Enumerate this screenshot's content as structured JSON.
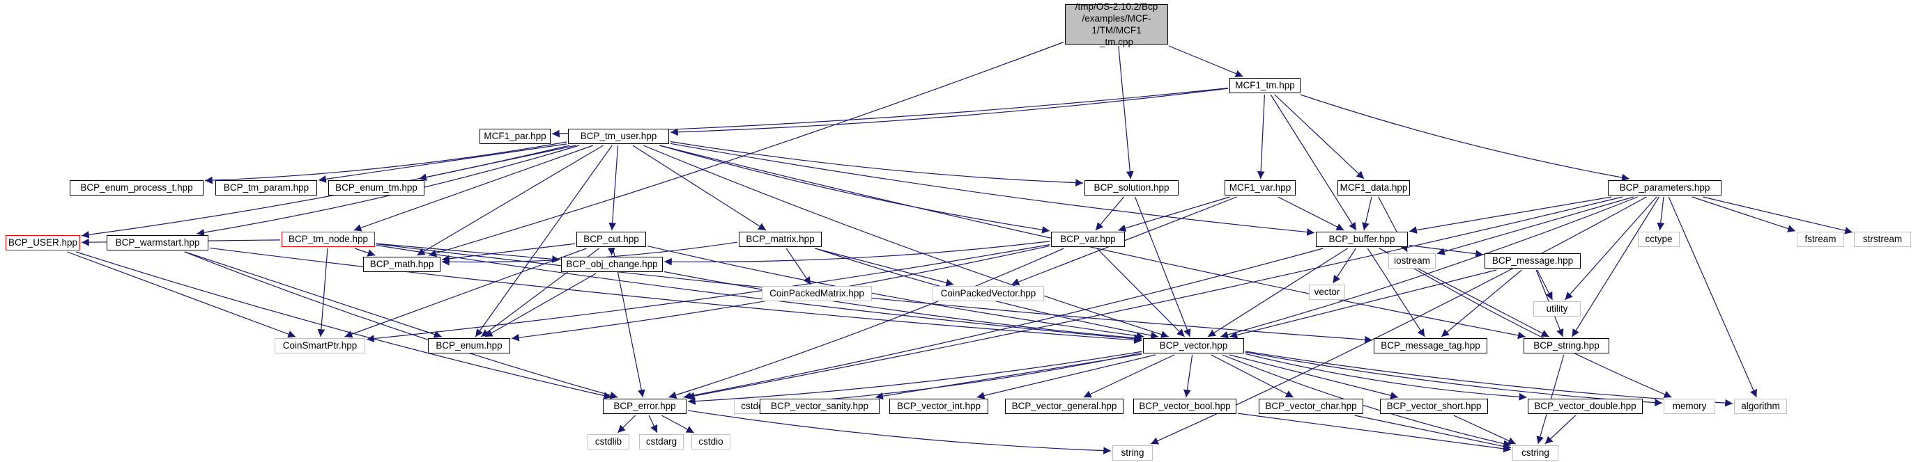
{
  "colors": {
    "edge": "#191970",
    "node_border": "#000000",
    "system_border": "#bfbfbf",
    "undocumented_border": "#ff0000",
    "root_fill": "#bfbfbf"
  },
  "nodes": {
    "root": "/tmp/OS-2.10.2/Bcp\n/examples/MCF-1/TM/MCF1\n_tm.cpp",
    "mcf1_tm": "MCF1_tm.hpp",
    "mcf1_par": "MCF1_par.hpp",
    "bcp_tm_user": "BCP_tm_user.hpp",
    "bcp_solution": "BCP_solution.hpp",
    "mcf1_var": "MCF1_var.hpp",
    "mcf1_data": "MCF1_data.hpp",
    "bcp_parameters": "BCP_parameters.hpp",
    "bcp_user": "BCP_USER.hpp",
    "bcp_enum_process_t": "BCP_enum_process_t.hpp",
    "bcp_tm_param": "BCP_tm_param.hpp",
    "bcp_enum_tm": "BCP_enum_tm.hpp",
    "bcp_tm_node": "BCP_tm_node.hpp",
    "bcp_cut": "BCP_cut.hpp",
    "bcp_matrix": "BCP_matrix.hpp",
    "bcp_var": "BCP_var.hpp",
    "bcp_buffer": "BCP_buffer.hpp",
    "iostream": "iostream",
    "cctype": "cctype",
    "fstream": "fstream",
    "strstream": "strstream",
    "bcp_warmstart": "BCP_warmstart.hpp",
    "bcp_math": "BCP_math.hpp",
    "bcp_obj_change": "BCP_obj_change.hpp",
    "coinpackedmatrix": "CoinPackedMatrix.hpp",
    "coinpackedvector": "CoinPackedVector.hpp",
    "vector": "vector",
    "bcp_message": "BCP_message.hpp",
    "utility": "utility",
    "coinsmartptr": "CoinSmartPtr.hpp",
    "bcp_enum": "BCP_enum.hpp",
    "bcp_vector": "BCP_vector.hpp",
    "bcp_message_tag": "BCP_message_tag.hpp",
    "bcp_string": "BCP_string.hpp",
    "bcp_error": "BCP_error.hpp",
    "cstddef": "cstddef",
    "bcp_vector_sanity": "BCP_vector_sanity.hpp",
    "bcp_vector_int": "BCP_vector_int.hpp",
    "bcp_vector_general": "BCP_vector_general.hpp",
    "bcp_vector_bool": "BCP_vector_bool.hpp",
    "bcp_vector_char": "BCP_vector_char.hpp",
    "bcp_vector_short": "BCP_vector_short.hpp",
    "bcp_vector_double": "BCP_vector_double.hpp",
    "memory": "memory",
    "algorithm": "algorithm",
    "cstdlib": "cstdlib",
    "cstdarg": "cstdarg",
    "cstdio": "cstdio",
    "string": "string",
    "cstring": "cstring"
  },
  "edges": [
    [
      "root",
      "mcf1_tm"
    ],
    [
      "root",
      "bcp_solution"
    ],
    [
      "root",
      "bcp_math"
    ],
    [
      "mcf1_tm",
      "mcf1_par"
    ],
    [
      "mcf1_tm",
      "bcp_tm_user"
    ],
    [
      "mcf1_tm",
      "mcf1_var"
    ],
    [
      "mcf1_tm",
      "mcf1_data"
    ],
    [
      "mcf1_tm",
      "bcp_parameters"
    ],
    [
      "mcf1_tm",
      "bcp_buffer"
    ],
    [
      "bcp_tm_user",
      "bcp_user"
    ],
    [
      "bcp_tm_user",
      "bcp_enum_process_t"
    ],
    [
      "bcp_tm_user",
      "bcp_tm_param"
    ],
    [
      "bcp_tm_user",
      "bcp_enum_tm"
    ],
    [
      "bcp_tm_user",
      "bcp_tm_node"
    ],
    [
      "bcp_tm_user",
      "bcp_cut"
    ],
    [
      "bcp_tm_user",
      "bcp_matrix"
    ],
    [
      "bcp_tm_user",
      "bcp_solution"
    ],
    [
      "bcp_tm_user",
      "bcp_var"
    ],
    [
      "bcp_tm_user",
      "bcp_buffer"
    ],
    [
      "bcp_tm_user",
      "bcp_warmstart"
    ],
    [
      "bcp_tm_user",
      "bcp_math"
    ],
    [
      "bcp_tm_user",
      "bcp_vector"
    ],
    [
      "bcp_tm_user",
      "bcp_string"
    ],
    [
      "bcp_tm_user",
      "bcp_enum"
    ],
    [
      "bcp_solution",
      "bcp_var"
    ],
    [
      "bcp_solution",
      "bcp_vector"
    ],
    [
      "mcf1_var",
      "bcp_var"
    ],
    [
      "mcf1_var",
      "bcp_buffer"
    ],
    [
      "mcf1_var",
      "coinpackedvector"
    ],
    [
      "mcf1_data",
      "bcp_buffer"
    ],
    [
      "mcf1_data",
      "iostream"
    ],
    [
      "bcp_parameters",
      "bcp_buffer"
    ],
    [
      "bcp_parameters",
      "iostream"
    ],
    [
      "bcp_parameters",
      "cctype"
    ],
    [
      "bcp_parameters",
      "fstream"
    ],
    [
      "bcp_parameters",
      "strstream"
    ],
    [
      "bcp_parameters",
      "bcp_vector"
    ],
    [
      "bcp_parameters",
      "bcp_string"
    ],
    [
      "bcp_parameters",
      "utility"
    ],
    [
      "bcp_parameters",
      "algorithm"
    ],
    [
      "bcp_parameters",
      "string"
    ],
    [
      "bcp_parameters",
      "bcp_error"
    ],
    [
      "bcp_user",
      "coinsmartptr"
    ],
    [
      "bcp_user",
      "bcp_error"
    ],
    [
      "bcp_tm_node",
      "bcp_user"
    ],
    [
      "bcp_tm_node",
      "bcp_math"
    ],
    [
      "bcp_tm_node",
      "bcp_obj_change"
    ],
    [
      "bcp_tm_node",
      "coinsmartptr"
    ],
    [
      "bcp_tm_node",
      "bcp_vector"
    ],
    [
      "bcp_tm_node",
      "bcp_message_tag"
    ],
    [
      "bcp_cut",
      "bcp_math"
    ],
    [
      "bcp_cut",
      "bcp_obj_change"
    ],
    [
      "bcp_cut",
      "coinsmartptr"
    ],
    [
      "bcp_cut",
      "bcp_enum"
    ],
    [
      "bcp_cut",
      "bcp_vector"
    ],
    [
      "bcp_cut",
      "bcp_error"
    ],
    [
      "bcp_matrix",
      "coinpackedmatrix"
    ],
    [
      "bcp_matrix",
      "coinpackedvector"
    ],
    [
      "bcp_matrix",
      "bcp_vector"
    ],
    [
      "bcp_matrix",
      "bcp_math"
    ],
    [
      "bcp_var",
      "bcp_obj_change"
    ],
    [
      "bcp_var",
      "coinsmartptr"
    ],
    [
      "bcp_var",
      "bcp_enum"
    ],
    [
      "bcp_var",
      "bcp_vector"
    ],
    [
      "bcp_var",
      "bcp_error"
    ],
    [
      "bcp_buffer",
      "vector"
    ],
    [
      "bcp_buffer",
      "bcp_message"
    ],
    [
      "bcp_buffer",
      "bcp_message_tag"
    ],
    [
      "bcp_buffer",
      "bcp_string"
    ],
    [
      "bcp_buffer",
      "bcp_vector"
    ],
    [
      "bcp_buffer",
      "bcp_error"
    ],
    [
      "bcp_buffer",
      "memory"
    ],
    [
      "bcp_warmstart",
      "bcp_enum"
    ],
    [
      "bcp_warmstart",
      "bcp_vector"
    ],
    [
      "bcp_warmstart",
      "bcp_error"
    ],
    [
      "bcp_obj_change",
      "bcp_enum"
    ],
    [
      "bcp_obj_change",
      "bcp_vector"
    ],
    [
      "bcp_message",
      "bcp_message_tag"
    ],
    [
      "bcp_message",
      "bcp_string"
    ],
    [
      "bcp_message",
      "bcp_vector"
    ],
    [
      "bcp_message",
      "utility"
    ],
    [
      "bcp_vector",
      "bcp_error"
    ],
    [
      "bcp_vector",
      "cstddef"
    ],
    [
      "bcp_vector",
      "bcp_vector_sanity"
    ],
    [
      "bcp_vector",
      "bcp_vector_int"
    ],
    [
      "bcp_vector",
      "bcp_vector_general"
    ],
    [
      "bcp_vector",
      "bcp_vector_bool"
    ],
    [
      "bcp_vector",
      "bcp_vector_char"
    ],
    [
      "bcp_vector",
      "bcp_vector_short"
    ],
    [
      "bcp_vector",
      "bcp_vector_double"
    ],
    [
      "bcp_vector",
      "memory"
    ],
    [
      "bcp_vector",
      "algorithm"
    ],
    [
      "bcp_vector",
      "cstring"
    ],
    [
      "bcp_string",
      "cstring"
    ],
    [
      "bcp_error",
      "cstdlib"
    ],
    [
      "bcp_error",
      "cstdarg"
    ],
    [
      "bcp_error",
      "cstdio"
    ],
    [
      "bcp_error",
      "string"
    ],
    [
      "bcp_vector_bool",
      "cstring"
    ],
    [
      "bcp_vector_char",
      "cstring"
    ],
    [
      "bcp_vector_short",
      "cstring"
    ],
    [
      "bcp_vector_double",
      "cstring"
    ]
  ]
}
